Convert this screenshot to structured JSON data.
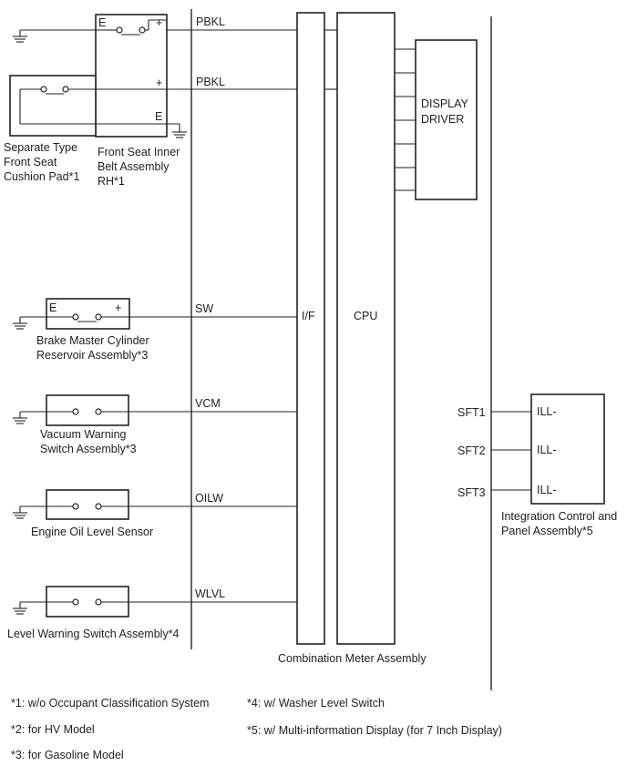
{
  "signals": {
    "pbkl_1": "PBKL",
    "pbkl_2": "PBKL",
    "sw": "SW",
    "vcm": "VCM",
    "oilw": "OILW",
    "wlvl": "WLVL",
    "sft1": "SFT1",
    "sft2": "SFT2",
    "sft3": "SFT3"
  },
  "terminals": {
    "belt_e": "E",
    "belt_plus_top": "+",
    "belt_plus_mid": "+",
    "belt_e_bottom": "E",
    "brake_e": "E",
    "brake_plus": "+",
    "ill_1": "ILL-",
    "ill_2": "ILL-",
    "ill_3": "ILL-"
  },
  "components": {
    "cushion_pad": [
      "Separate Type",
      "Front Seat",
      "Cushion Pad*1"
    ],
    "inner_belt": [
      "Front Seat Inner",
      "Belt Assembly",
      "RH*1"
    ],
    "brake_reservoir": [
      "Brake Master Cylinder",
      "Reservoir Assembly*3"
    ],
    "vacuum_switch": [
      "Vacuum Warning",
      "Switch Assembly*3"
    ],
    "oil_sensor": "Engine Oil Level Sensor",
    "level_switch": "Level Warning Switch Assembly*4",
    "combination_meter": "Combination Meter Assembly",
    "interface": "I/F",
    "cpu": "CPU",
    "display_driver": [
      "DISPLAY",
      "DRIVER"
    ],
    "integration_panel": [
      "Integration Control and",
      "Panel Assembly*5"
    ]
  },
  "notes": [
    "*1: w/o Occupant Classification System",
    "*2: for HV Model",
    "*3: for Gasoline Model",
    "*4: w/ Washer Level Switch",
    "*5: w/ Multi-information Display (for 7 Inch Display)"
  ]
}
